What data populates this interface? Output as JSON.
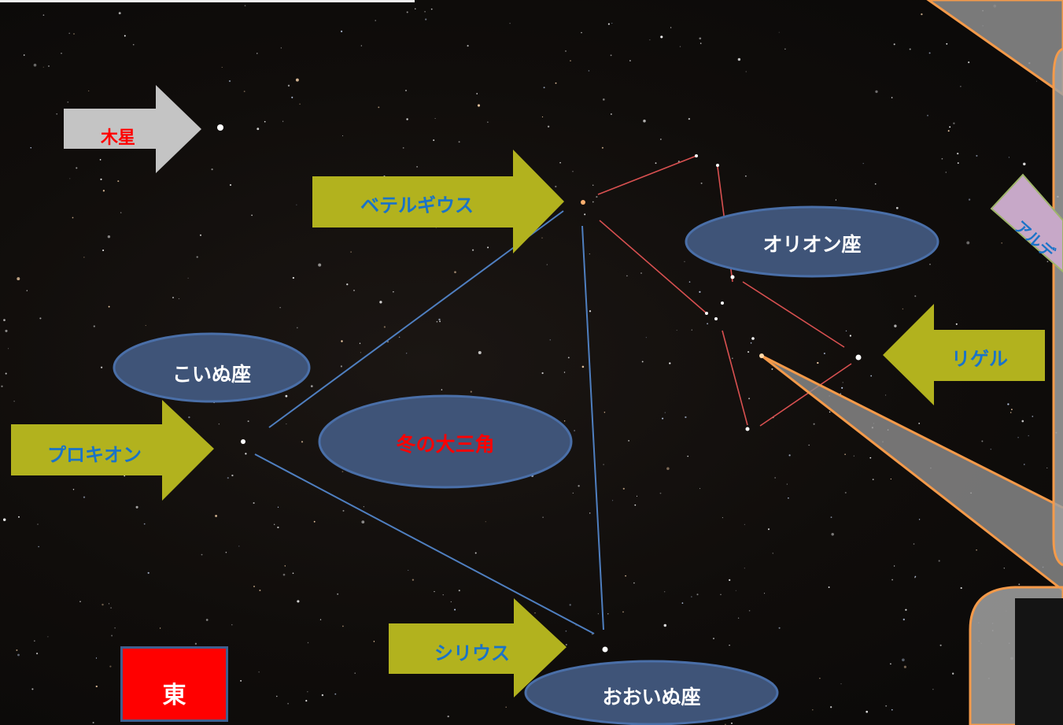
{
  "arrows": {
    "jupiter": "木星",
    "betelgeuse": "ベテルギウス",
    "procyon": "プロキオン",
    "sirius": "シリウス",
    "rigel": "リゲル",
    "aldebaran_partial": "アルデ"
  },
  "ellipses": {
    "orion": "オリオン座",
    "canis_minor": "こいぬ座",
    "winter_triangle": "冬の大三角",
    "canis_major": "おおいぬ座"
  },
  "direction_badge": "東",
  "colors": {
    "arrow_fill": "#b2b21e",
    "jupiter_arrow_fill": "#c4c4c4",
    "ellipse_fill": "#3f5478",
    "ellipse_border": "#4a6fa8",
    "triangle_line": "#4f7fc0",
    "orion_line": "#d85050",
    "callout_border": "#f49a4a",
    "label_blue": "#1a73c8",
    "label_red": "#ff0000"
  }
}
